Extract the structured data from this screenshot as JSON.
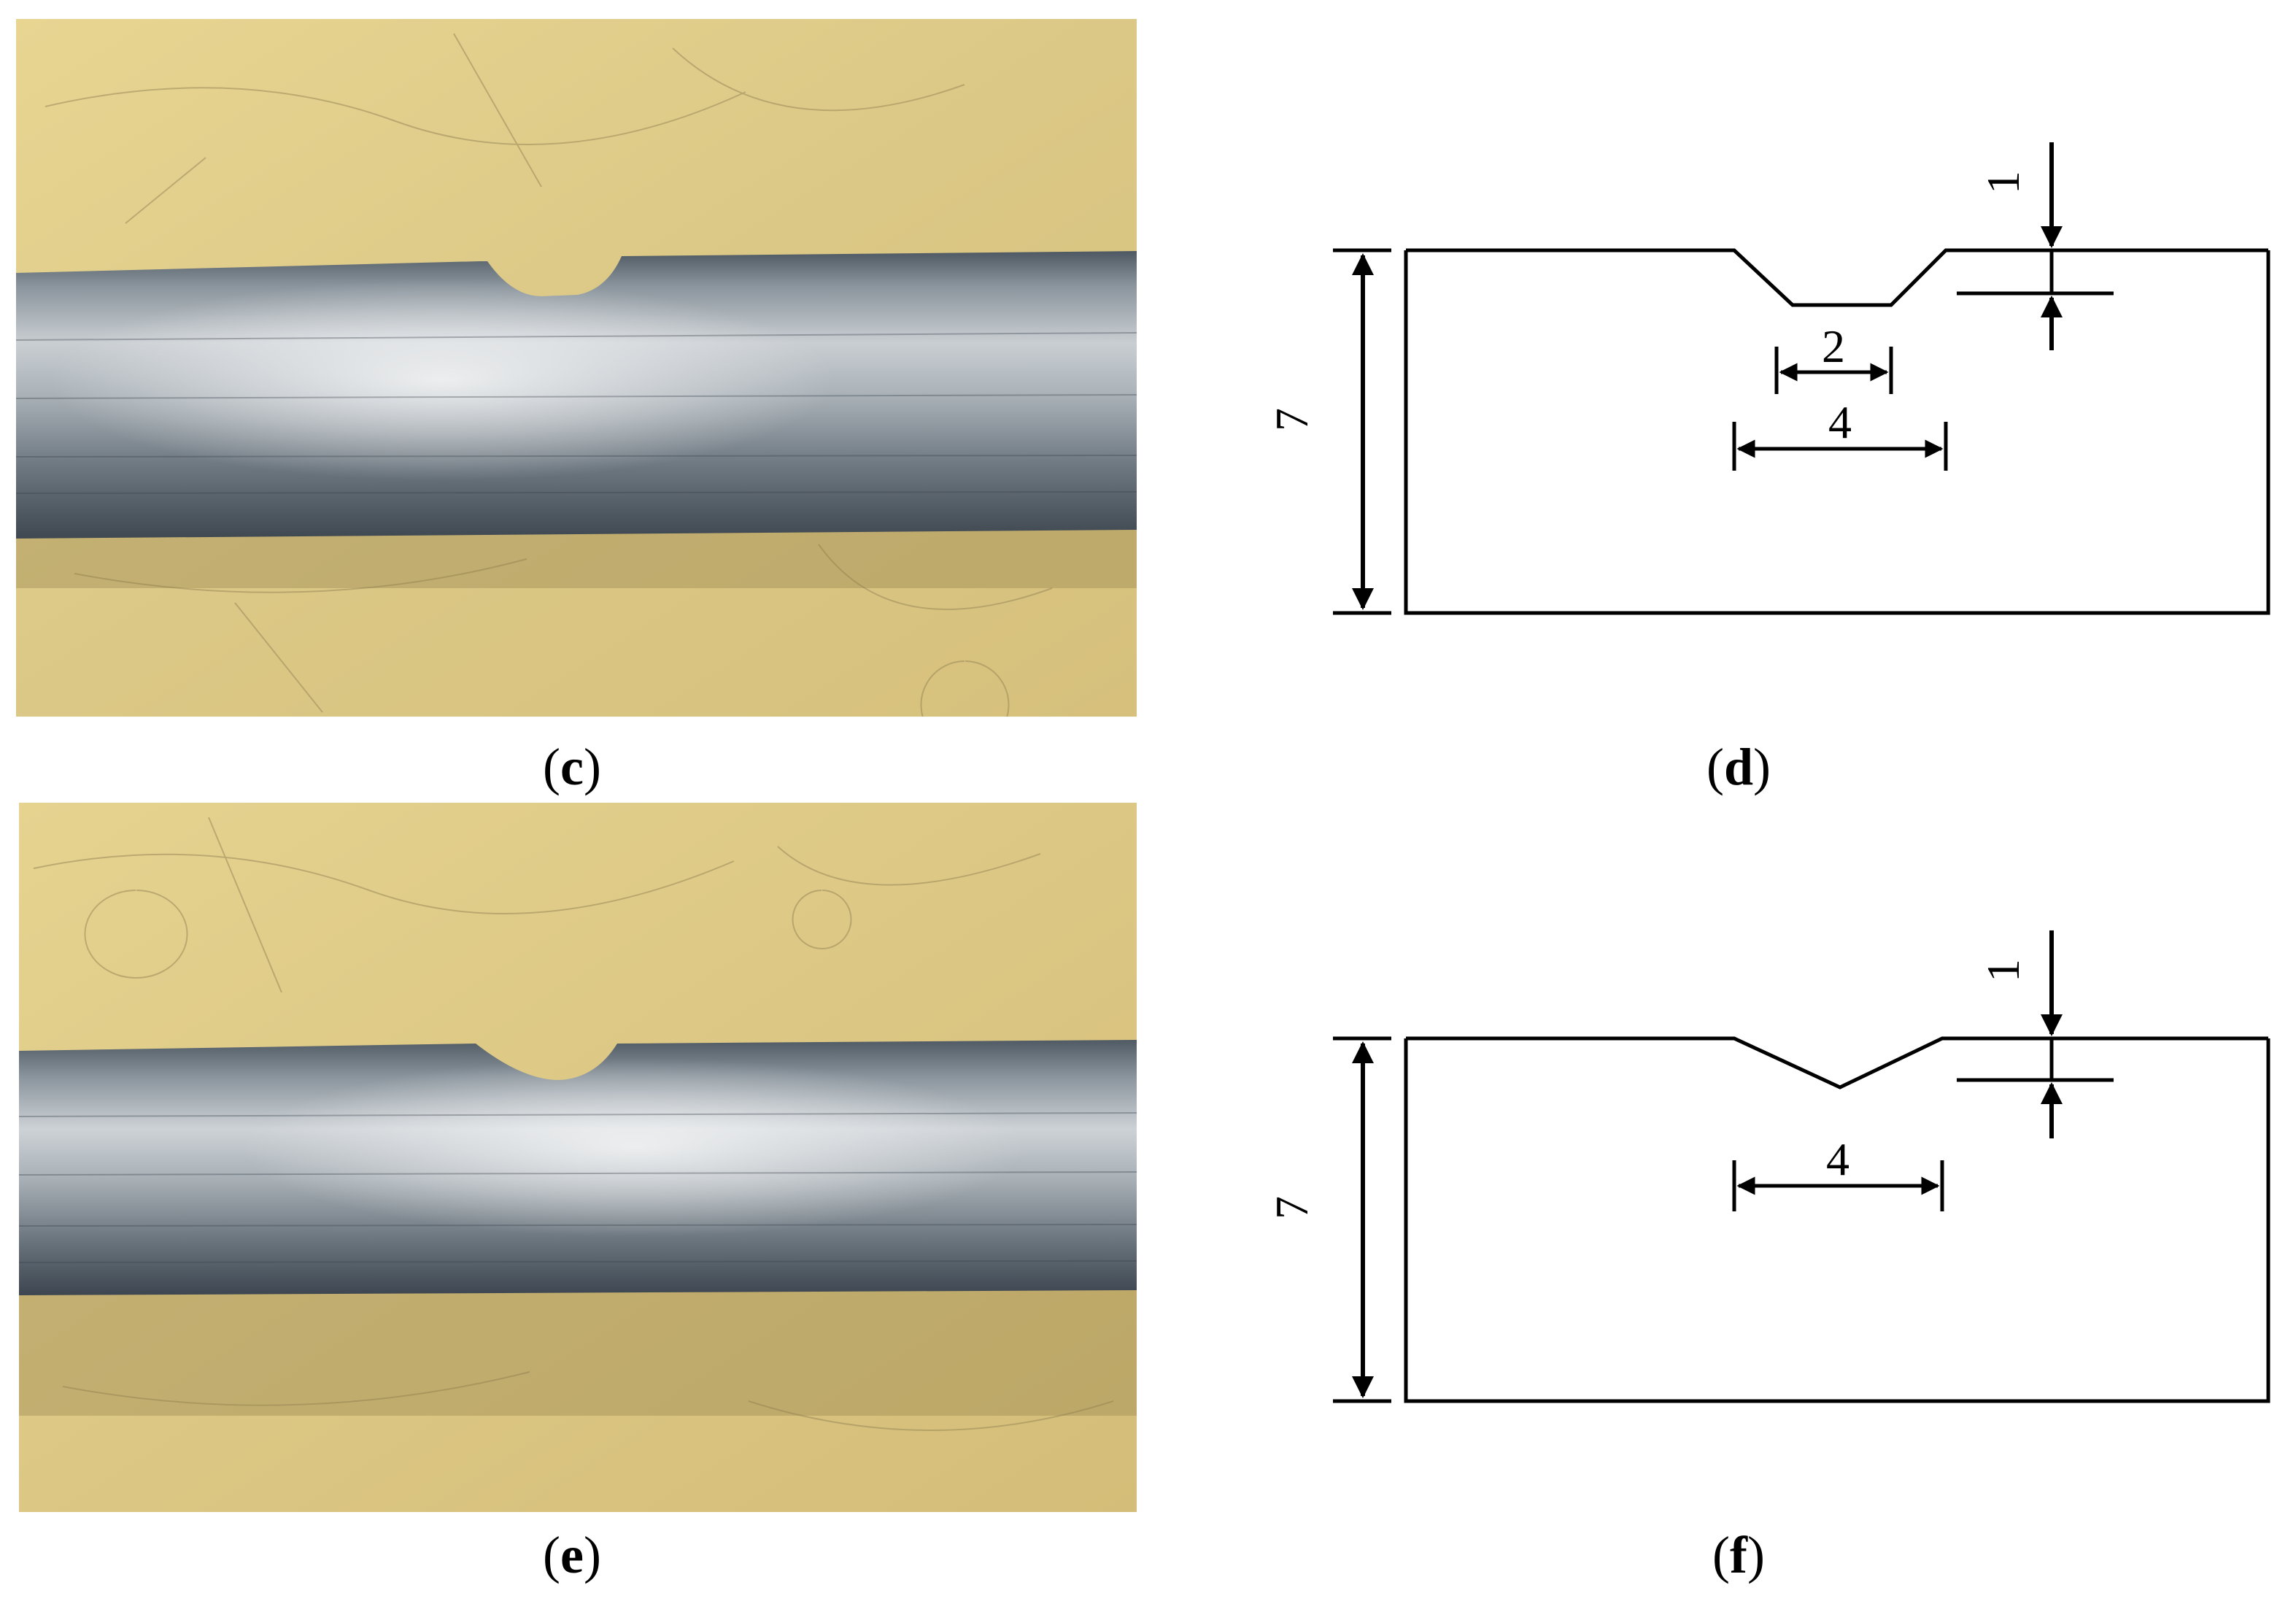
{
  "panels": {
    "c": {
      "caption_open": "(",
      "caption_letter": "c",
      "caption_close": ")"
    },
    "d": {
      "caption_open": "(",
      "caption_letter": "d",
      "caption_close": ")",
      "dimensions": {
        "height": "7",
        "depth": "1",
        "bottom_width": "2",
        "top_width": "4"
      }
    },
    "e": {
      "caption_open": "(",
      "caption_letter": "e",
      "caption_close": ")"
    },
    "f": {
      "caption_open": "(",
      "caption_letter": "f",
      "caption_close": ")",
      "dimensions": {
        "height": "7",
        "depth": "1",
        "top_width": "4"
      }
    }
  },
  "colors": {
    "background": "#e2cf8e",
    "rod_dark": "#55606b",
    "rod_light": "#d9dde0",
    "line": "#000000"
  }
}
